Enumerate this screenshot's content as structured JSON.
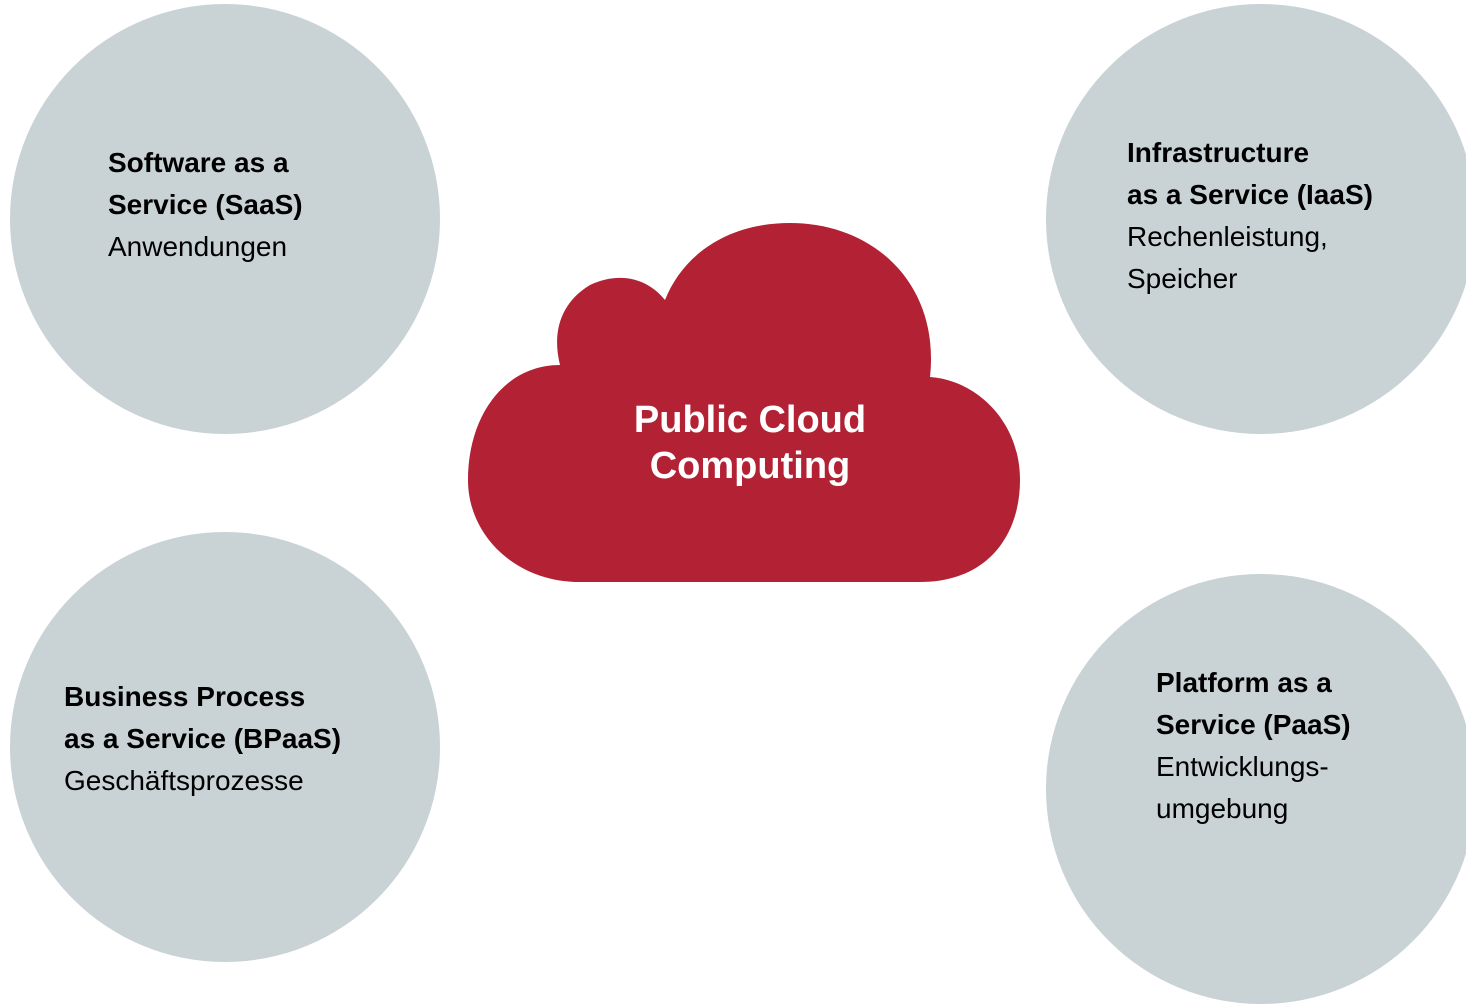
{
  "colors": {
    "circle_fill": "#c9d2d5",
    "cloud_fill": "#b22234",
    "cloud_text": "#ffffff",
    "service_text": "#000000"
  },
  "cloud": {
    "line1": "Public Cloud",
    "line2": "Computing"
  },
  "services": {
    "saas": {
      "title_lines": [
        "Software as a",
        "Service (SaaS)"
      ],
      "description_lines": [
        "Anwendungen"
      ]
    },
    "iaas": {
      "title_lines": [
        "Infrastructure",
        "as a Service (IaaS)"
      ],
      "description_lines": [
        "Rechenleistung,",
        "Speicher"
      ]
    },
    "bpaas": {
      "title_lines": [
        "Business Process",
        "as a Service (BPaaS)"
      ],
      "description_lines": [
        "Geschäftsprozesse"
      ]
    },
    "paas": {
      "title_lines": [
        "Platform as a",
        "Service (PaaS)"
      ],
      "description_lines": [
        "Entwicklungs-",
        "umgebung"
      ]
    }
  }
}
